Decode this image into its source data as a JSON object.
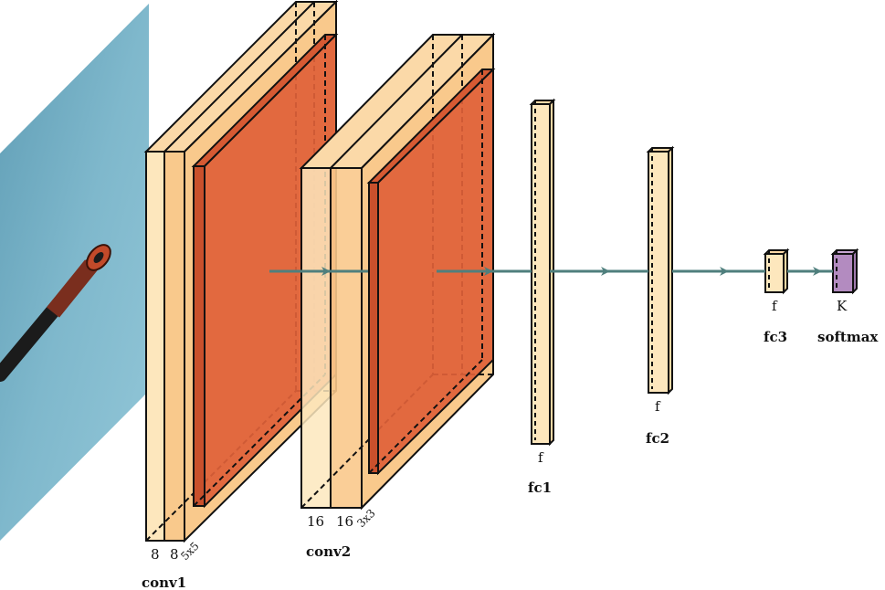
{
  "layers": {
    "conv1": {
      "name": "conv1",
      "dims": [
        "8",
        "8"
      ],
      "kernel": "5x5"
    },
    "conv2": {
      "name": "conv2",
      "dims": [
        "16",
        "16"
      ],
      "kernel": "3x3"
    },
    "fc1": {
      "name": "fc1",
      "dim": "f"
    },
    "fc2": {
      "name": "fc2",
      "dim": "f"
    },
    "fc3": {
      "name": "fc3",
      "dim": "f"
    },
    "softmax": {
      "name": "softmax",
      "dim": "K"
    }
  },
  "colors": {
    "conv_light": "#fde7bd",
    "conv_mid": "#f9c98c",
    "pool": "#e06138",
    "fc": "#fde7bd",
    "softmax": "#b38bc0",
    "arrow": "#4f7f7d",
    "input_bg": "#7fb8cc"
  },
  "icons": {
    "input_image": "endoscope-image"
  }
}
